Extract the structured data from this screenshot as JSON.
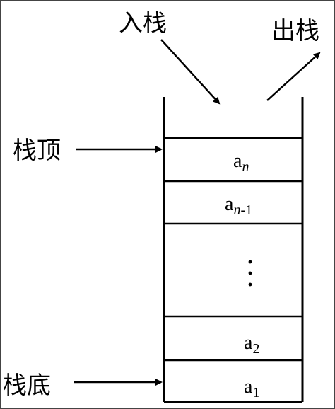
{
  "labels": {
    "push": "入栈",
    "pop": "出栈",
    "top": "栈顶",
    "bottom": "栈底"
  },
  "cells": [
    {
      "base": "a",
      "sub": "n",
      "sub_italic": true,
      "suffix": ""
    },
    {
      "base": "a",
      "sub": "n",
      "sub_italic": true,
      "suffix": "-1"
    },
    {
      "base": "",
      "sub": "",
      "sub_italic": false,
      "suffix": "",
      "ellipsis": true
    },
    {
      "base": "a",
      "sub": "2",
      "sub_italic": false,
      "suffix": ""
    },
    {
      "base": "a",
      "sub": "1",
      "sub_italic": false,
      "suffix": ""
    }
  ]
}
